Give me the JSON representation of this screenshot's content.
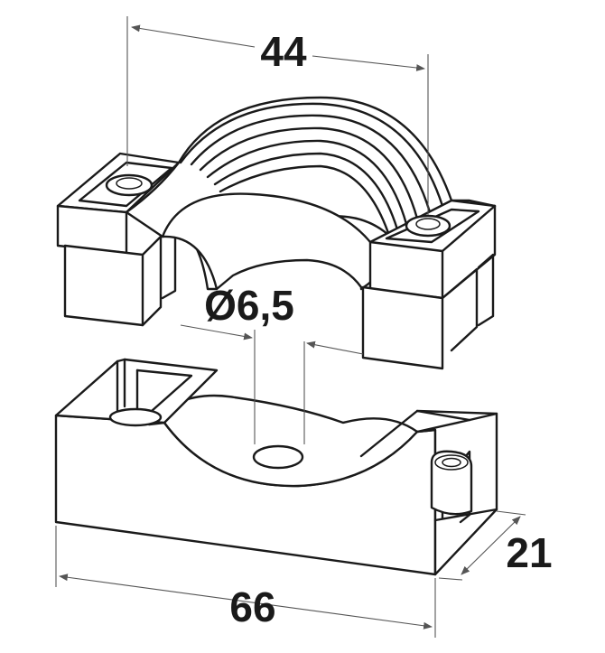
{
  "dimensions": {
    "top_width": "44",
    "hole_diameter": "Ø6,5",
    "base_width": "66",
    "depth": "21"
  },
  "colors": {
    "line": "#1a1a1a",
    "dimension_line": "#555555",
    "background": "#ffffff"
  }
}
